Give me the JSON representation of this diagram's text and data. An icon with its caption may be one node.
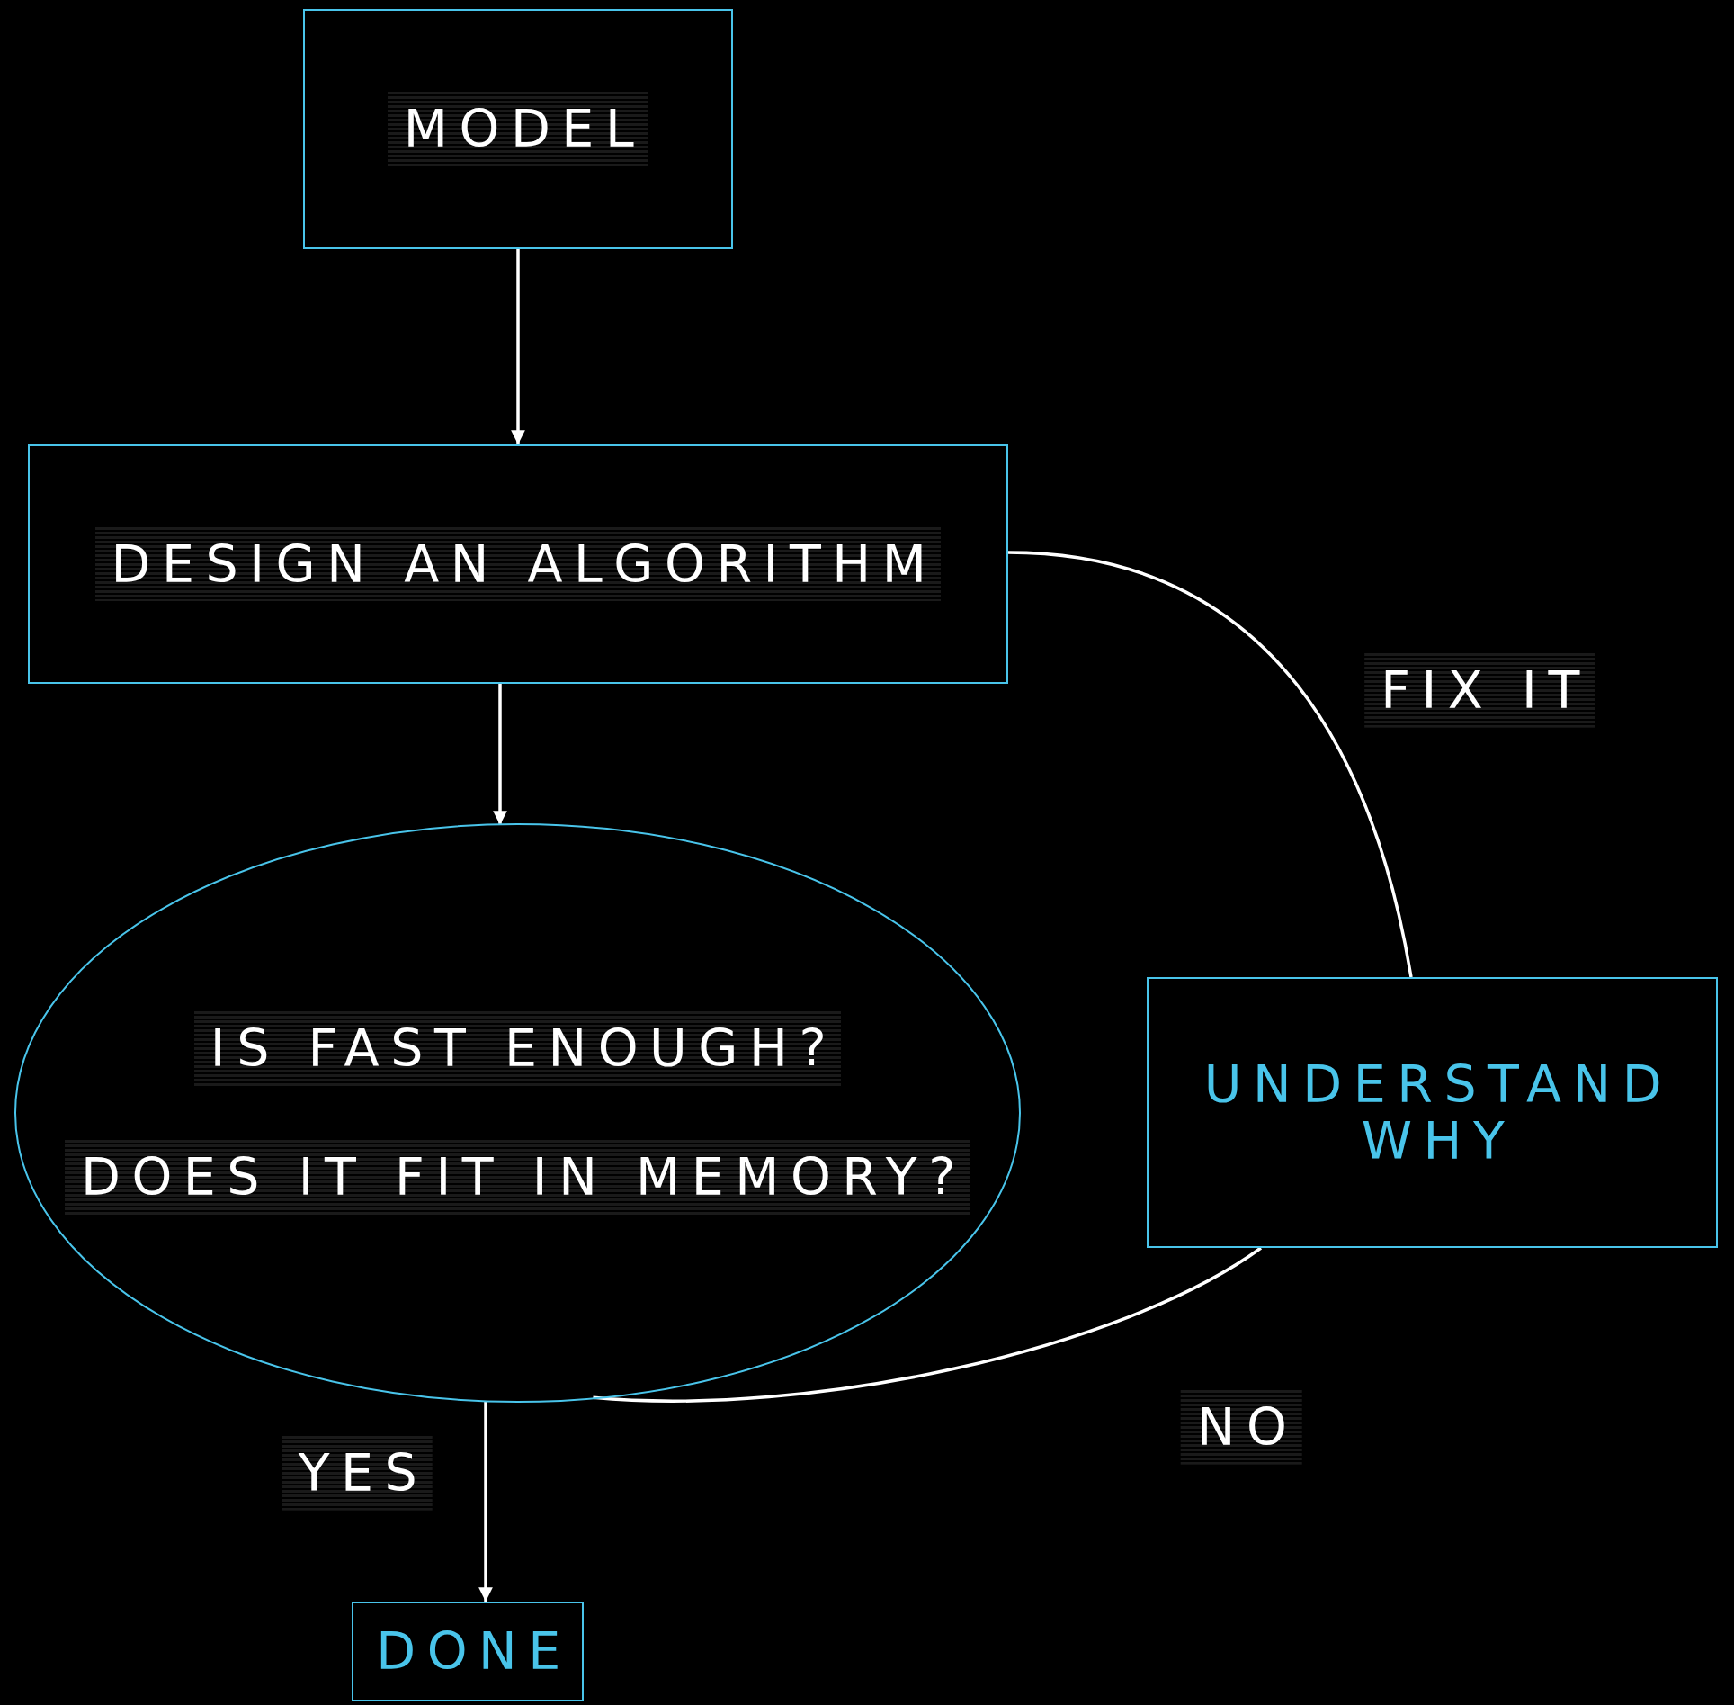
{
  "diagram": {
    "nodes": [
      {
        "text": [
          "MODEL"
        ]
      },
      {
        "text": [
          "DESIGN AN ALGORITHM"
        ]
      },
      {
        "text": [
          "IS FAST ENOUGH?",
          "DOES IT FIT IN MEMORY?"
        ]
      },
      {
        "text": [
          "UNDERSTAND WHY"
        ]
      },
      {
        "text": [
          "DONE"
        ]
      }
    ],
    "edges": [
      {
        "from": 0,
        "to": 1,
        "arrow": "to"
      },
      {
        "from": 1,
        "to": 2,
        "arrow": "to"
      },
      {
        "from": 2,
        "to": 4,
        "arrow": "to",
        "label": "YES"
      },
      {
        "from": 2,
        "to": 3,
        "arrow": "none",
        "label": "NO"
      },
      {
        "from": 3,
        "to": 1,
        "arrow": "none",
        "label": "FIX IT"
      }
    ]
  }
}
